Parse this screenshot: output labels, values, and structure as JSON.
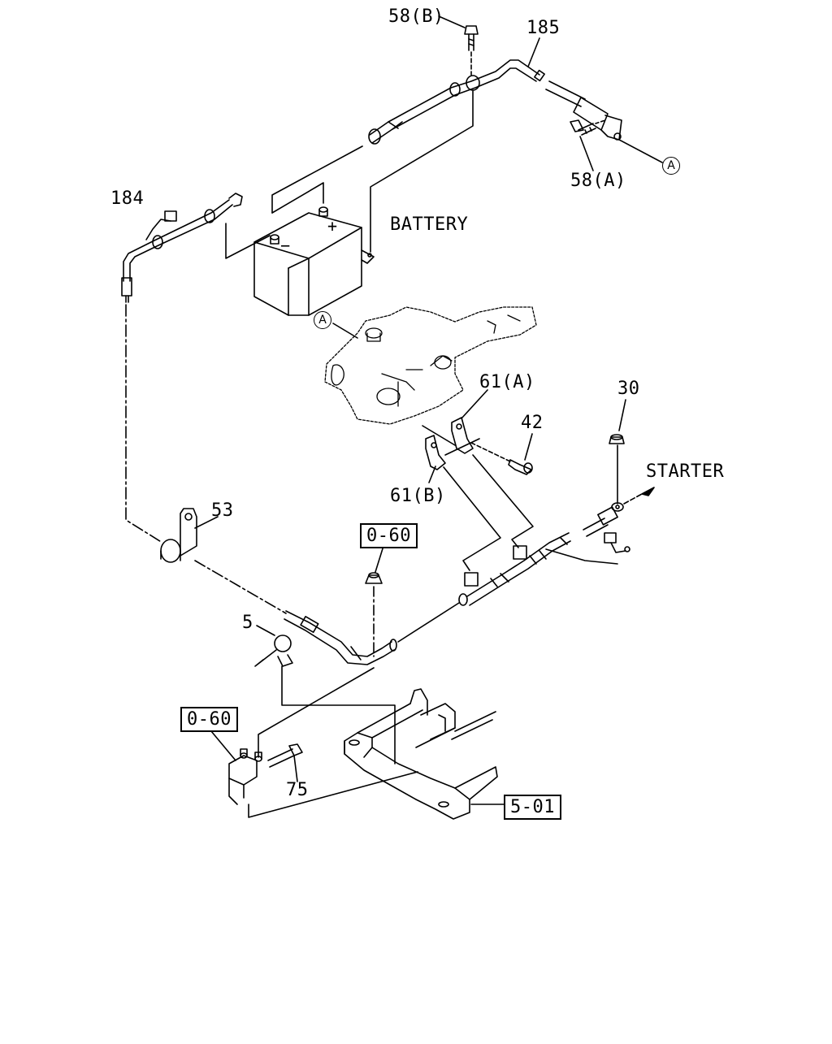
{
  "labels": {
    "p58b": "58(B)",
    "p185": "185",
    "p58a": "58(A)",
    "circleA_top": "A",
    "p184": "184",
    "battery": "BATTERY",
    "minus": "−",
    "plus": "+",
    "circleA_engine": "A",
    "p61a": "61(A)",
    "p42": "42",
    "p30": "30",
    "starter": "STARTER",
    "p61b": "61(B)",
    "p53": "53",
    "ref060_top": "0-60",
    "p5": "5",
    "ref060_bottom": "0-60",
    "p75": "75",
    "ref501": "5-01"
  }
}
